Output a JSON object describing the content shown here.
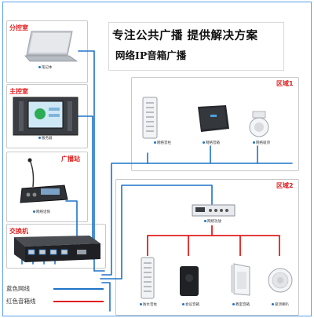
{
  "slogan": {
    "line1": "专注公共广播 提供解决方案",
    "line2": "网络IP音箱广播"
  },
  "rooms": {
    "control_room": "分控室",
    "main_control": "主控室",
    "broadcast_station": "广播站",
    "switch": "交换机"
  },
  "zones": {
    "zone1": "区域1",
    "zone2": "区域2"
  },
  "devices": {
    "laptop": "笔记本",
    "server": "服务器",
    "paging_station": "网络话筒",
    "column_speaker": "网络音柱",
    "box_speaker": "网络音箱",
    "ceiling_speaker": "网络吸顶",
    "amplifier": "网络功放",
    "waterproof_column": "防水音柱",
    "meeting_speaker": "会议音箱",
    "classroom_speaker": "教室音箱",
    "ceiling_speaker2": "吸顶喇叭"
  },
  "legend": {
    "blue_label": "蓝色网线",
    "red_label": "红色音箱线",
    "blue_color": "#1e73c8",
    "red_color": "#e02020"
  },
  "colors": {
    "room_label": "#e02020",
    "network_line": "#1e73c8",
    "speaker_line": "#e02020",
    "title_text": "#111111"
  },
  "icons": [
    "laptop-icon",
    "server-rack-icon",
    "microphone-icon",
    "network-switch-icon",
    "column-speaker-icon",
    "box-speaker-icon",
    "ceiling-speaker-icon",
    "amplifier-icon"
  ]
}
